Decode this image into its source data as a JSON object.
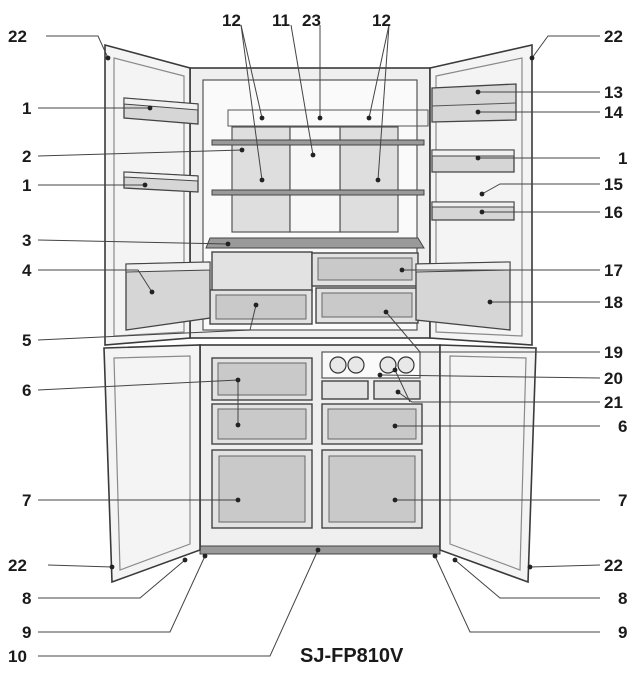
{
  "model": "SJ-FP810V",
  "callouts": [
    {
      "id": "lbl-22-tl",
      "text": "22"
    },
    {
      "id": "lbl-12-a",
      "text": "12"
    },
    {
      "id": "lbl-11",
      "text": "11"
    },
    {
      "id": "lbl-23",
      "text": "23"
    },
    {
      "id": "lbl-12-b",
      "text": "12"
    },
    {
      "id": "lbl-22-tr",
      "text": "22"
    },
    {
      "id": "lbl-1-a",
      "text": "1"
    },
    {
      "id": "lbl-13",
      "text": "13"
    },
    {
      "id": "lbl-14",
      "text": "14"
    },
    {
      "id": "lbl-2",
      "text": "2"
    },
    {
      "id": "lbl-1-b",
      "text": "1"
    },
    {
      "id": "lbl-1-c",
      "text": "1"
    },
    {
      "id": "lbl-15",
      "text": "15"
    },
    {
      "id": "lbl-16",
      "text": "16"
    },
    {
      "id": "lbl-3",
      "text": "3"
    },
    {
      "id": "lbl-4",
      "text": "4"
    },
    {
      "id": "lbl-17",
      "text": "17"
    },
    {
      "id": "lbl-18",
      "text": "18"
    },
    {
      "id": "lbl-5",
      "text": "5"
    },
    {
      "id": "lbl-19",
      "text": "19"
    },
    {
      "id": "lbl-20",
      "text": "20"
    },
    {
      "id": "lbl-6-a",
      "text": "6"
    },
    {
      "id": "lbl-21",
      "text": "21"
    },
    {
      "id": "lbl-6-b",
      "text": "6"
    },
    {
      "id": "lbl-7-a",
      "text": "7"
    },
    {
      "id": "lbl-7-b",
      "text": "7"
    },
    {
      "id": "lbl-22-bl",
      "text": "22"
    },
    {
      "id": "lbl-22-br",
      "text": "22"
    },
    {
      "id": "lbl-8-a",
      "text": "8"
    },
    {
      "id": "lbl-8-b",
      "text": "8"
    },
    {
      "id": "lbl-9-a",
      "text": "9"
    },
    {
      "id": "lbl-9-b",
      "text": "9"
    },
    {
      "id": "lbl-10",
      "text": "10"
    }
  ]
}
